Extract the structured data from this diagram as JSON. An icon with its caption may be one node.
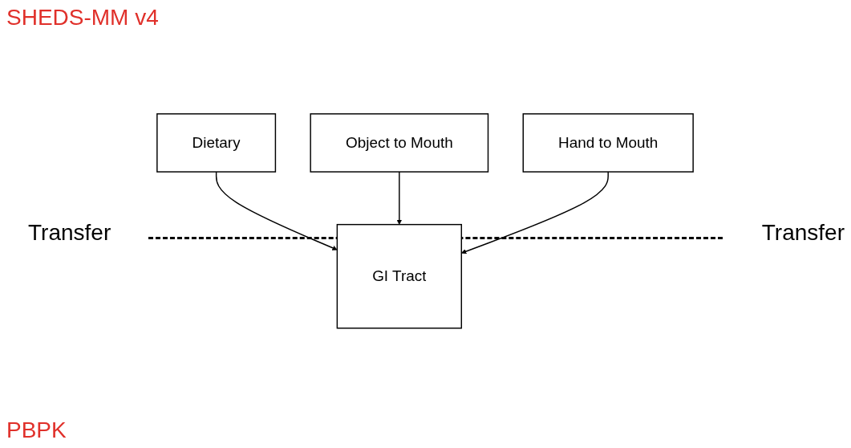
{
  "diagram": {
    "nodes": [
      {
        "text": [
          "Dietary"
        ]
      },
      {
        "text": [
          "Object to Mouth"
        ]
      },
      {
        "text": [
          "Hand to Mouth"
        ]
      },
      {
        "text": [
          "GI Tract"
        ]
      }
    ],
    "edges": [
      {
        "from": 0,
        "to": 3,
        "arrow": "to"
      },
      {
        "from": 1,
        "to": 3,
        "arrow": "to"
      },
      {
        "from": 2,
        "to": 3,
        "arrow": "to"
      }
    ],
    "labels": [
      "SHEDS-MM v4",
      "Transfer",
      "Transfer",
      "PBPK"
    ]
  }
}
